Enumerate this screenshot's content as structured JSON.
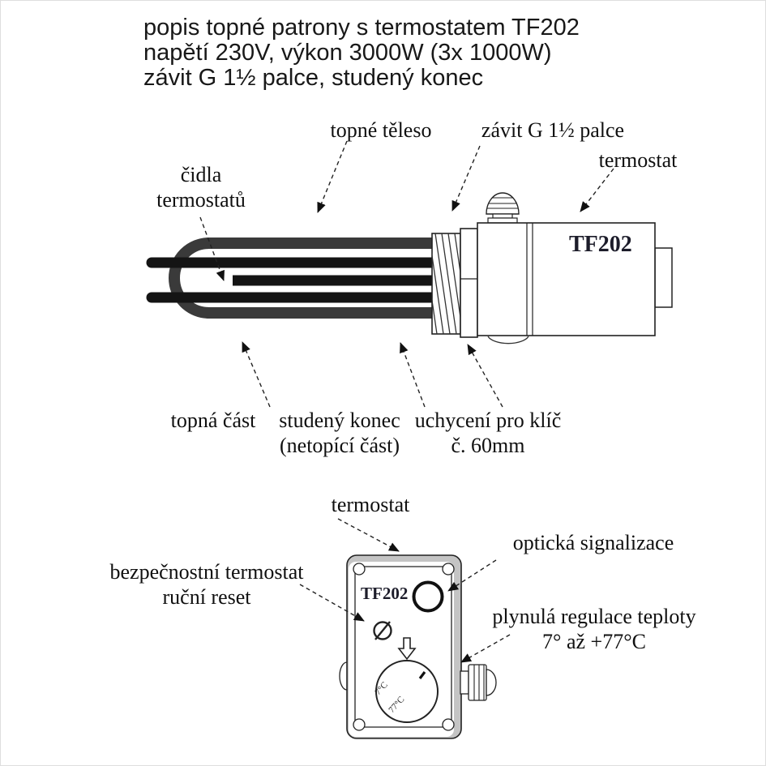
{
  "title": {
    "line1": "popis topné patrony s termostatem TF202",
    "line2": "napětí 230V, výkon 3000W (3x 1000W)",
    "line3": "závit G 1½ palce, studený konec"
  },
  "diagram1": {
    "labels": {
      "topne_teleso": "topné těleso",
      "zavit": "závit G 1½ palce",
      "termostat": "termostat",
      "cidla_line1": "čidla",
      "cidla_line2": "termostatů",
      "model": "TF202",
      "topna_cast": "topná část",
      "studeny_line1": "studený konec",
      "studeny_line2": "(netopící část)",
      "uchyceni_line1": "uchycení pro klíč",
      "uchyceni_line2": "č. 60mm"
    }
  },
  "diagram2": {
    "labels": {
      "termostat": "termostat",
      "opticka": "optická signalizace",
      "bezpecnostni_line1": "bezpečnostní termostat",
      "bezpecnostni_line2": "ruční reset",
      "plynula_line1": "plynulá regulace teploty",
      "plynula_line2": "7° až +77°C",
      "model": "TF202",
      "dial_min": "7°C",
      "dial_max": "77°C"
    }
  },
  "colors": {
    "tube_outer": "#3a3a3a",
    "tube_inner": "#141414",
    "line": "#222222",
    "shade": "#c4c4c4",
    "text": "#121212",
    "background": "#ffffff"
  }
}
